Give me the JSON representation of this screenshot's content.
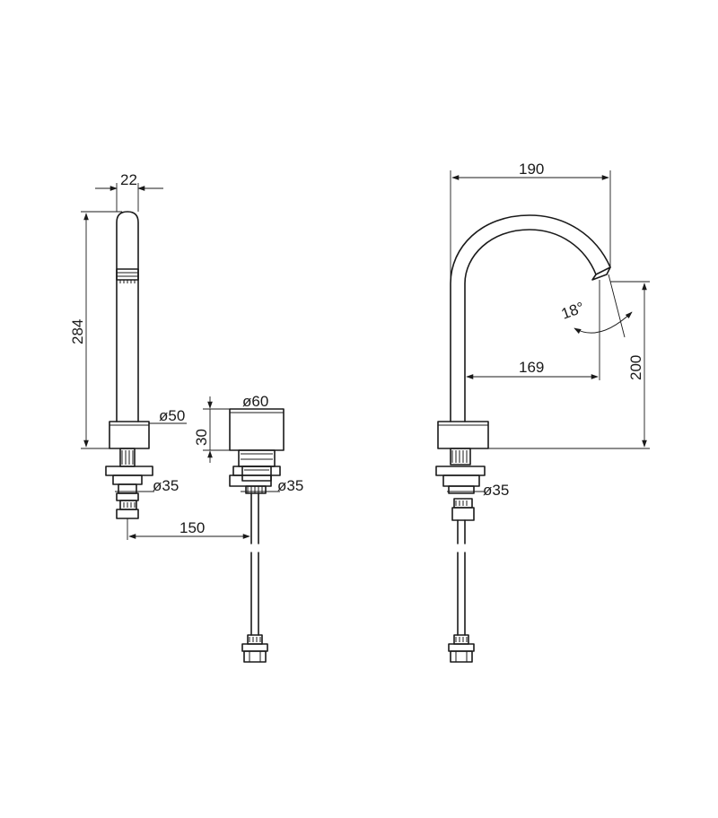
{
  "dimensions": {
    "spout_diameter": "22",
    "spout_height": "284",
    "spout_base_diameter": "ø50",
    "spout_tail_diameter": "ø35",
    "spacing": "150",
    "handle_diameter": "ø60",
    "handle_height": "30",
    "handle_tail_diameter": "ø35",
    "swan_reach": "190",
    "spout_reach": "169",
    "spout_angle": "18°",
    "spout_outlet_height": "200",
    "swan_tail_diameter": "ø35"
  }
}
